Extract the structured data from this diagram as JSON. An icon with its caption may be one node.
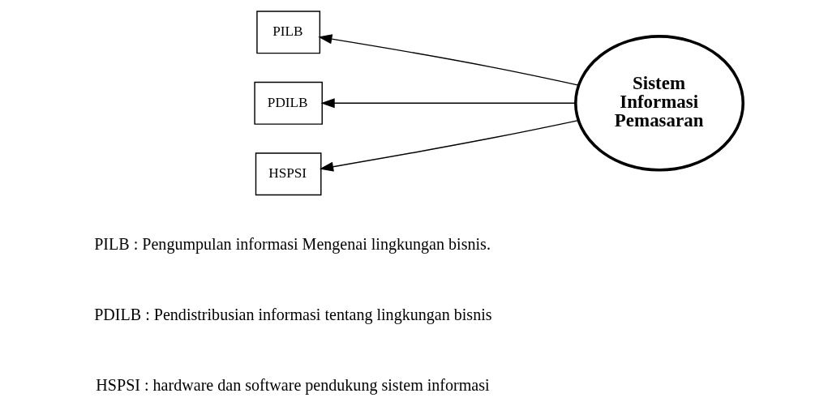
{
  "diagram": {
    "nodes": [
      {
        "text": [
          "PILB"
        ]
      },
      {
        "text": [
          "PDILB"
        ]
      },
      {
        "text": [
          "HSPSI"
        ]
      },
      {
        "text": [
          "Sistem Informasi Pemasaran"
        ]
      }
    ],
    "edges": [
      {
        "from": 3,
        "to": 0,
        "arrow": "to"
      },
      {
        "from": 3,
        "to": 1,
        "arrow": "to"
      },
      {
        "from": 3,
        "to": 2,
        "arrow": "to"
      }
    ],
    "labels": [
      "PILB : Pengumpulan informasi Mengenai lingkungan bisnis.",
      "PDILB : Pendistribusian informasi tentang lingkungan bisnis",
      "HSPSI : hardware dan software pendukung sistem informasi"
    ]
  }
}
